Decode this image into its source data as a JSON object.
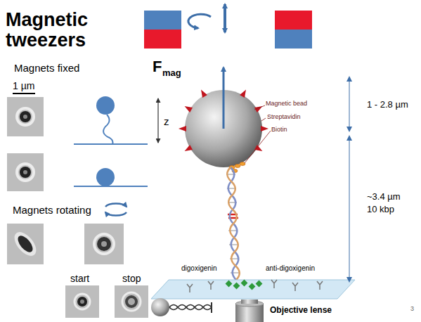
{
  "diagram": {
    "title": "Magnetic tweezers",
    "nodes": [
      {
        "text": [
          "start"
        ]
      },
      {
        "text": [
          "stop"
        ]
      }
    ],
    "labels": [
      "Magnets fixed",
      "1 µm",
      "z",
      "Magnets rotating",
      "F",
      "mag",
      "Magnetic bead",
      "Streptavidin",
      "Biotin",
      "1 - 2.8 µm",
      "~3.4 µm",
      "10 kbp",
      "digoxigenin",
      "anti-digoxigenin",
      "Objective lense",
      "3"
    ]
  }
}
